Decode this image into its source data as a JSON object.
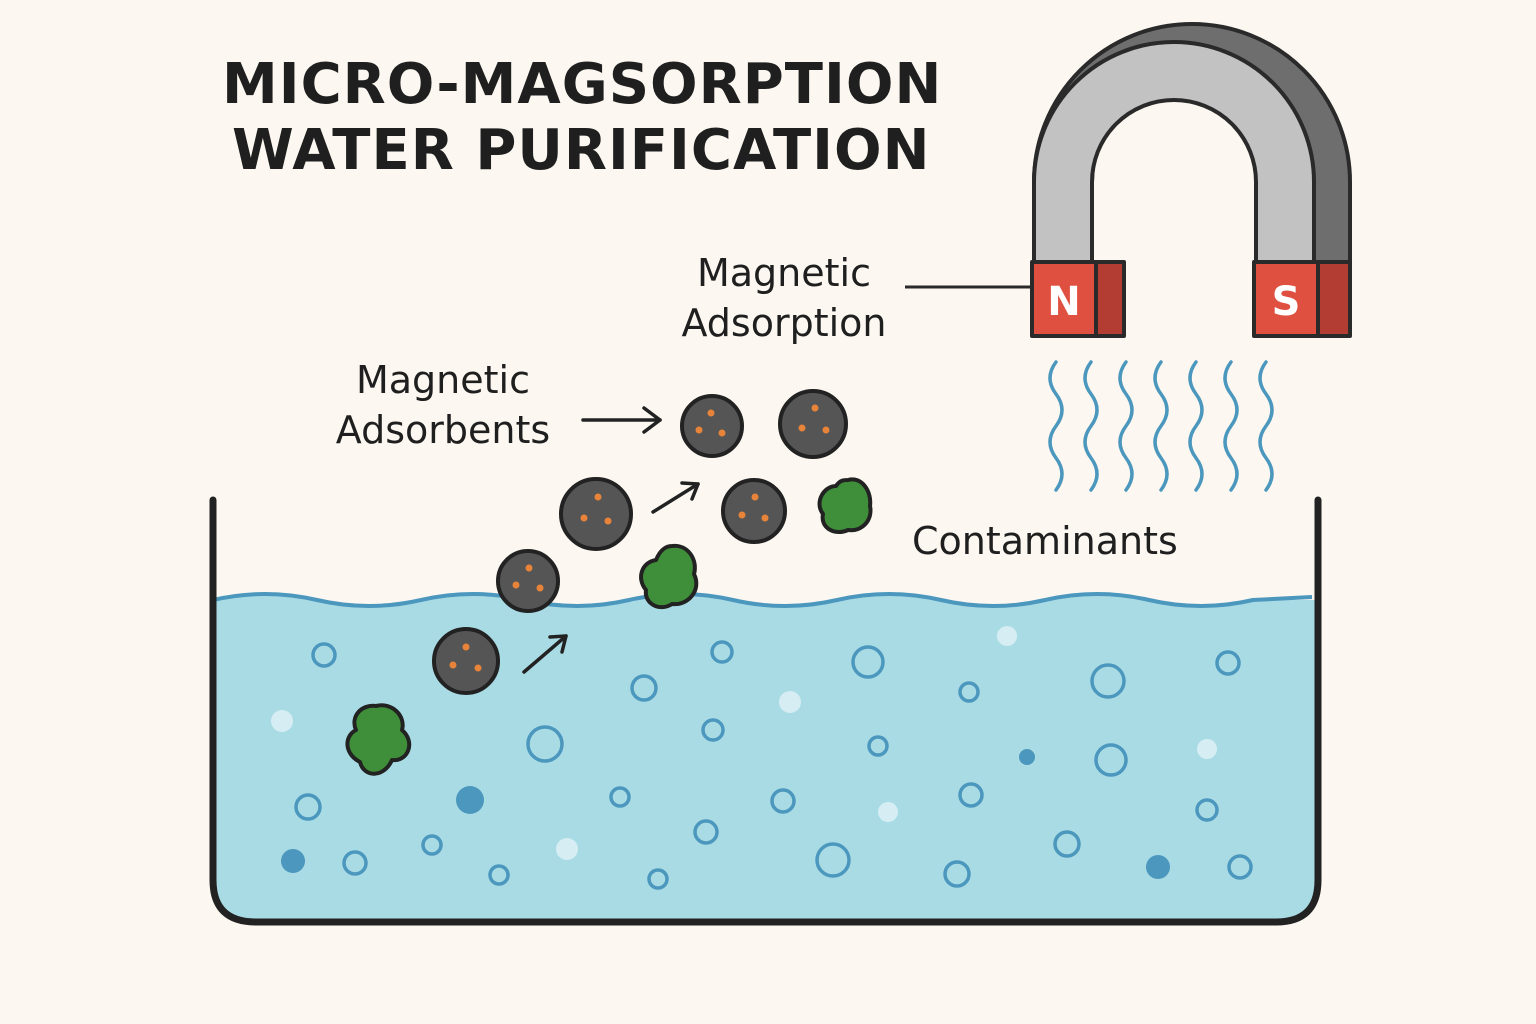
{
  "title": {
    "line1": "MICRO-MAGSORPTION",
    "line2": "WATER PURIFICATION"
  },
  "labels": {
    "magnetic_adsorption_l1": "Magnetic",
    "magnetic_adsorption_l2": "Adsorption",
    "magnetic_adsorbents_l1": "Magnetic",
    "magnetic_adsorbents_l2": "Adsorbents",
    "contaminants": "Contaminants"
  },
  "magnet": {
    "north_label": "N",
    "south_label": "S"
  },
  "colors": {
    "background": "#fcf8f1",
    "water": "#a9dbe5",
    "water_surface": "#4b97bd",
    "magnet_gray": "#c2c2c2",
    "magnet_dark": "#6e6e6e",
    "pole_red": "#e05040",
    "pole_dark_red": "#b33c33",
    "adsorbent": "#555555",
    "adsorbent_dot": "#e8833a",
    "contaminant": "#3f8f3a",
    "field_lines": "#4b97bd"
  }
}
